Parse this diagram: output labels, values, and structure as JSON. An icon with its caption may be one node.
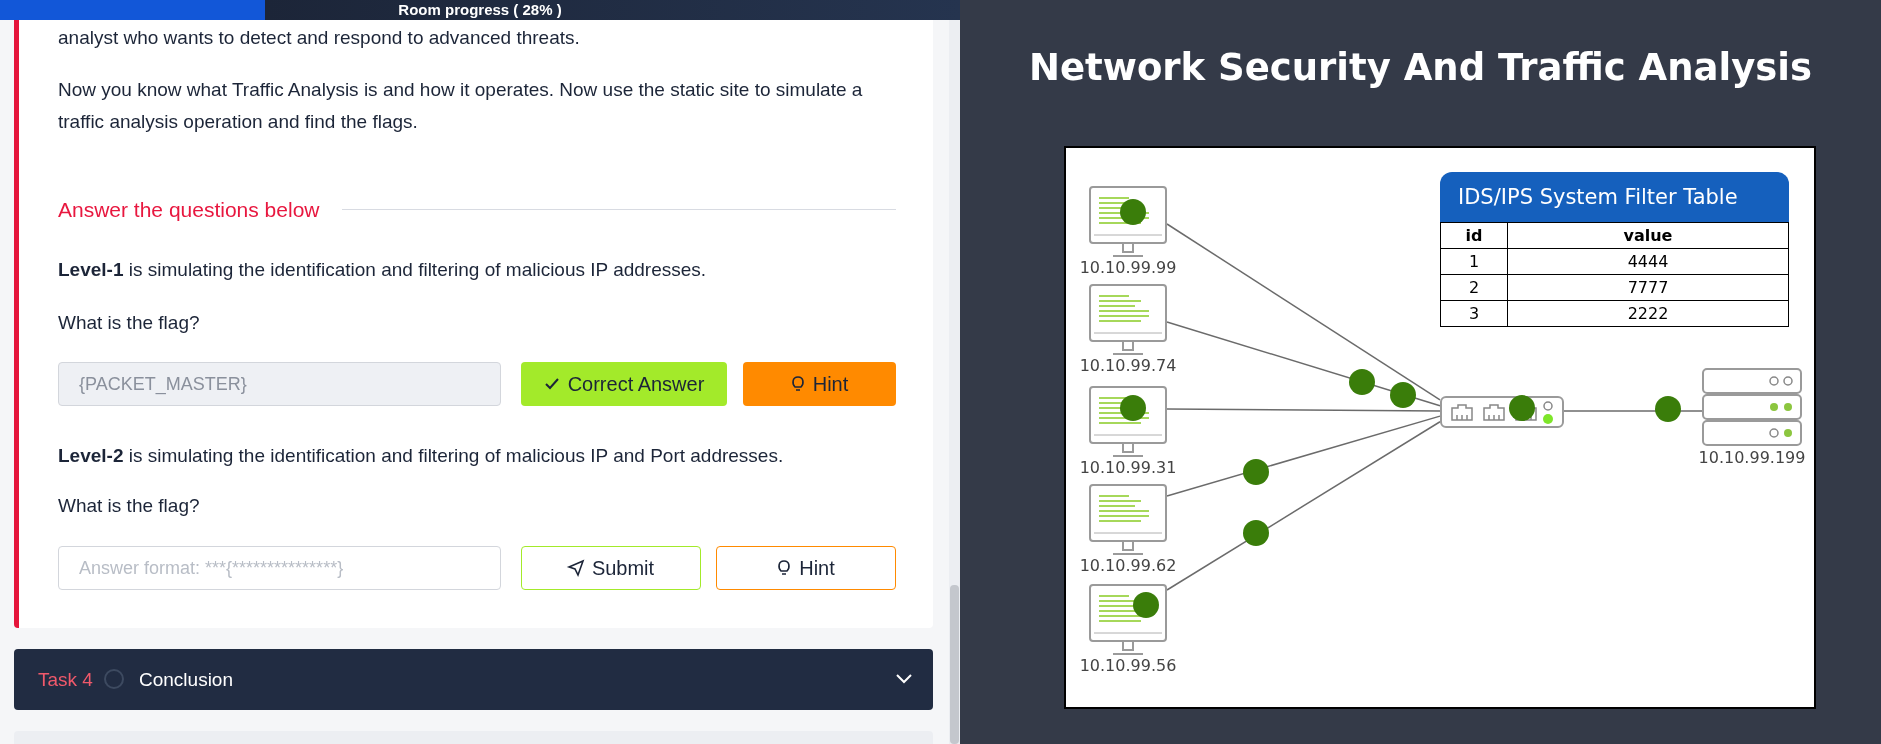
{
  "diagram": {
    "title": "Network Security And Traffic Analysis",
    "nodes": [
      {
        "text": [
          "10.10.99.99"
        ]
      },
      {
        "text": [
          "10.10.99.74"
        ]
      },
      {
        "text": [
          "10.10.99.31"
        ]
      },
      {
        "text": [
          "10.10.99.62"
        ]
      },
      {
        "text": [
          "10.10.99.56"
        ]
      },
      {
        "text": [],
        "shape": "picture"
      },
      {
        "text": [
          "10.10.99.199"
        ]
      }
    ],
    "edges": [
      {
        "from": 0,
        "to": 5,
        "arrow": "none"
      },
      {
        "from": 1,
        "to": 5,
        "arrow": "none"
      },
      {
        "from": 2,
        "to": 5,
        "arrow": "none"
      },
      {
        "from": 3,
        "to": 5,
        "arrow": "none"
      },
      {
        "from": 4,
        "to": 5,
        "arrow": "none"
      },
      {
        "from": 5,
        "to": 6,
        "arrow": "none"
      }
    ],
    "labels": [
      "Room progress ( 28% )",
      "analyst who wants to detect and respond to advanced threats.",
      "Now you know what Traffic Analysis is and how it operates. Now use the static site to simulate a traffic analysis operation and find the flags.",
      "Answer the questions below",
      "**Level-1** is simulating the identification and filtering of malicious IP addresses.",
      "What is the flag?",
      "{PACKET_MASTER}",
      "Correct Answer",
      "Hint",
      "**Level-2** is simulating the identification and filtering of malicious IP and Port addresses.",
      "What is the flag?",
      "Answer format: ***{***************}",
      "Submit",
      "Hint",
      "Task 4",
      "Conclusion",
      "IDS/IPS System Filter Table",
      "id",
      "value",
      "1",
      "4444",
      "2",
      "7777",
      "3",
      "2222"
    ]
  }
}
